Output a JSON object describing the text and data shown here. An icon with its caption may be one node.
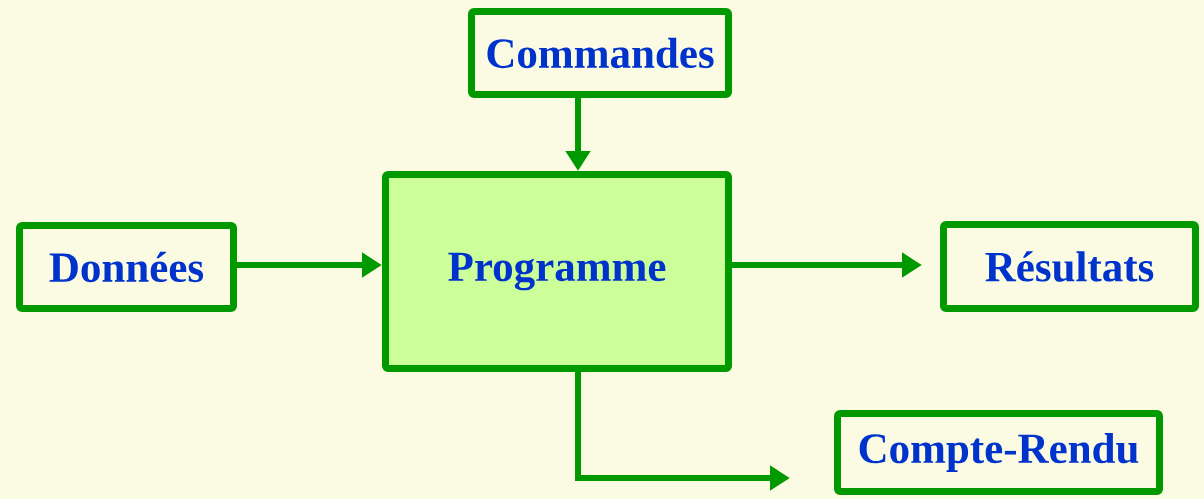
{
  "diagram": {
    "nodes": [
      {
        "text": [
          "Commandes"
        ]
      },
      {
        "text": [
          "Données"
        ]
      },
      {
        "text": [
          "Programme"
        ]
      },
      {
        "text": [
          "Résultats"
        ]
      },
      {
        "text": [
          "Compte-Rendu"
        ]
      }
    ],
    "edges": [
      {
        "from": 0,
        "to": 2,
        "arrow": "to"
      },
      {
        "from": 1,
        "to": 2,
        "arrow": "to"
      },
      {
        "from": 2,
        "to": 3,
        "arrow": "to"
      },
      {
        "from": 2,
        "to": 4,
        "arrow": "to"
      }
    ]
  }
}
